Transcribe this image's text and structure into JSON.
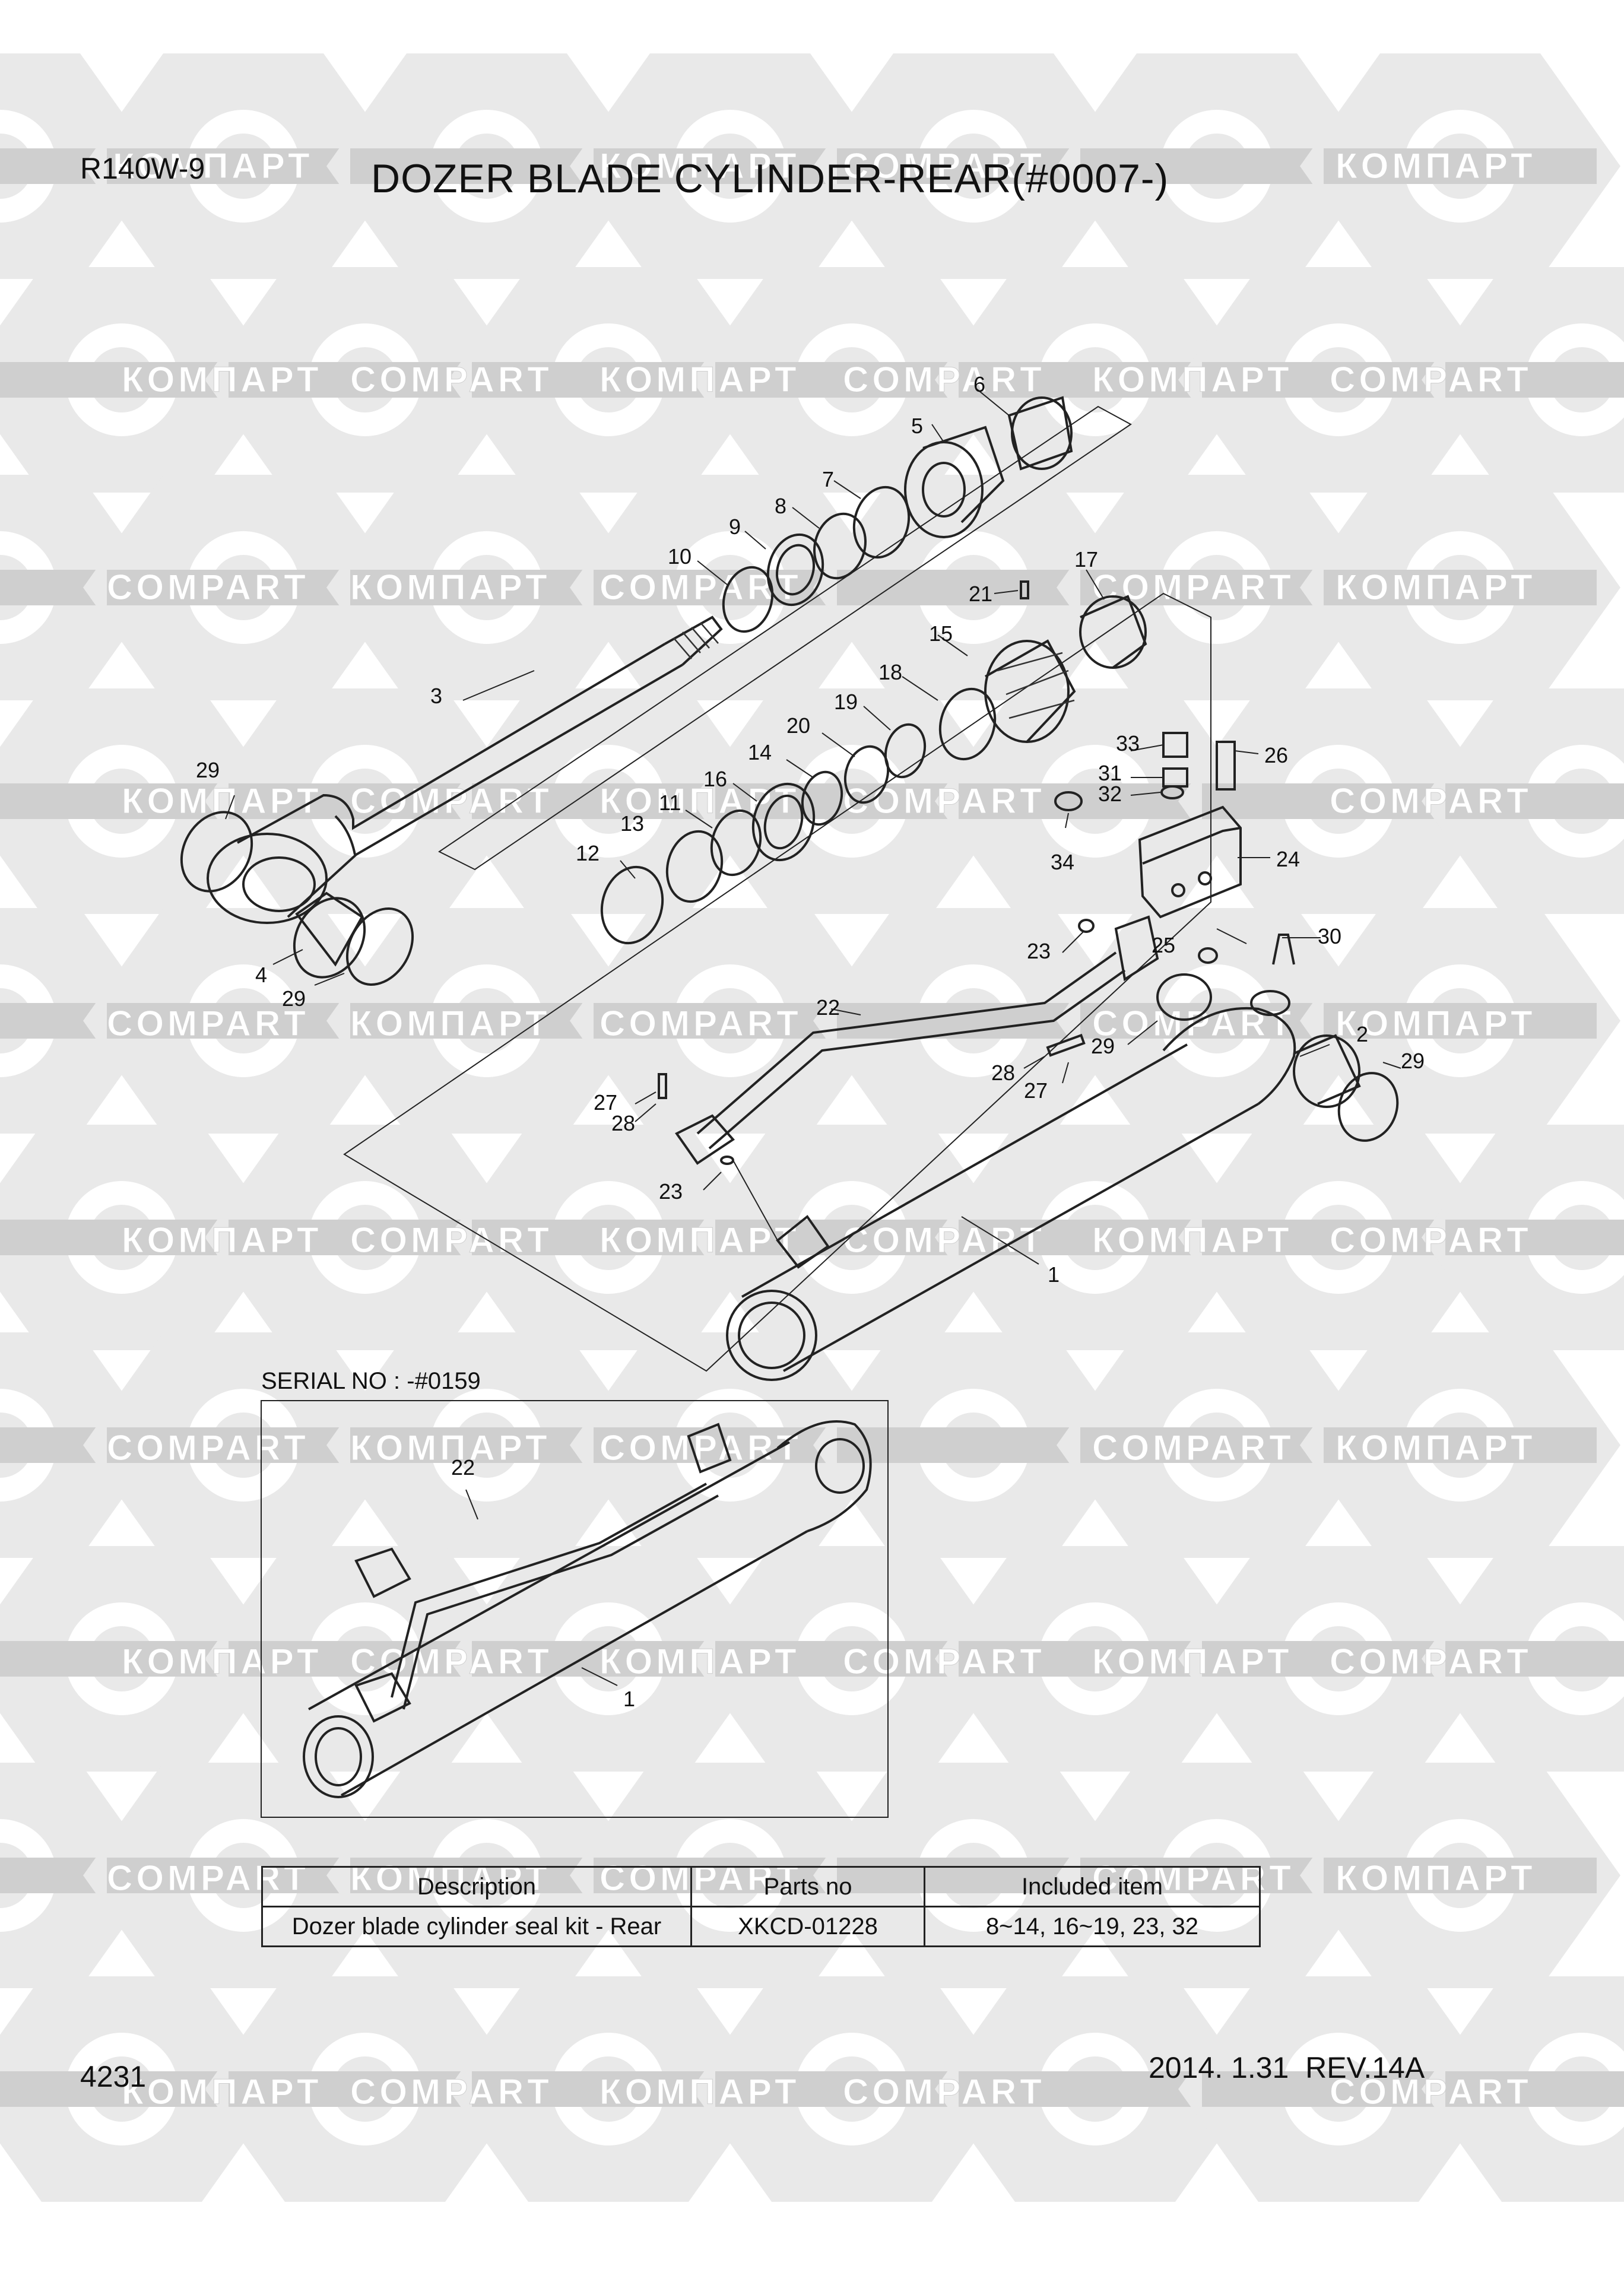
{
  "header": {
    "model": "R140W-9",
    "title": "DOZER BLADE CYLINDER-REAR(#0007-)"
  },
  "watermark": {
    "latin": "COMPART",
    "cyrillic": "КОМПАРТ",
    "color": "#cfcfcf"
  },
  "serial_label": "SERIAL NO : -#0159",
  "callouts": {
    "c1": "1",
    "c2": "2",
    "c3": "3",
    "c4": "4",
    "c5": "5",
    "c6": "6",
    "c7": "7",
    "c8": "8",
    "c9": "9",
    "c10": "10",
    "c11": "11",
    "c12": "12",
    "c13": "13",
    "c14": "14",
    "c15": "15",
    "c16": "16",
    "c17": "17",
    "c18": "18",
    "c19": "19",
    "c20": "20",
    "c21": "21",
    "c22": "22",
    "c23a": "23",
    "c23b": "23",
    "c24": "24",
    "c25": "25",
    "c26": "26",
    "c27a": "27",
    "c27b": "27",
    "c28a": "28",
    "c28b": "28",
    "c29a": "29",
    "c29b": "29",
    "c29c": "29",
    "c29d": "29",
    "c30": "30",
    "c31": "31",
    "c32": "32",
    "c33": "33",
    "c34": "34",
    "inset_22": "22",
    "inset_1": "1"
  },
  "kit_table": {
    "headers": [
      "Description",
      "Parts no",
      "Included item"
    ],
    "rows": [
      [
        "Dozer blade cylinder seal kit - Rear",
        "XKCD-01228",
        "8~14, 16~19, 23, 32"
      ]
    ]
  },
  "footer": {
    "page": "4231",
    "revision": "2014. 1.31  REV.14A"
  }
}
